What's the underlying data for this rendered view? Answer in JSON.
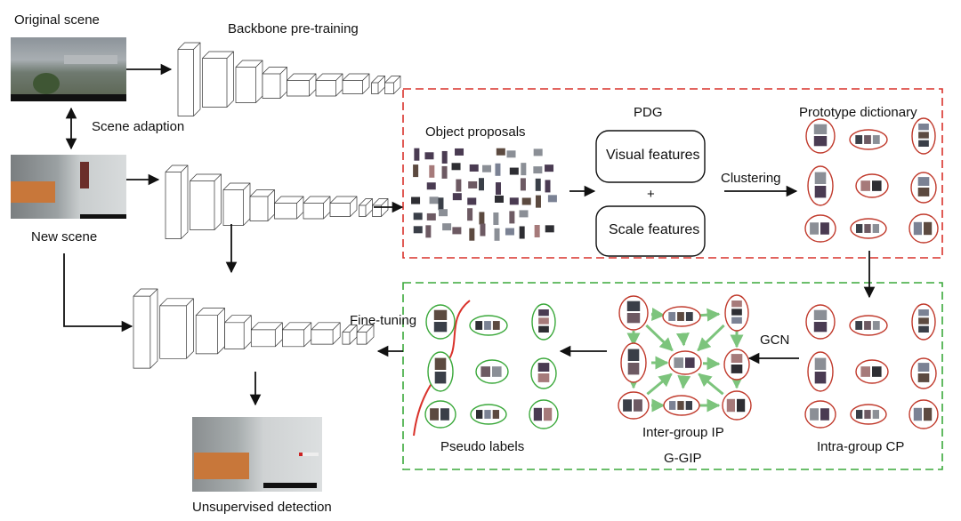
{
  "labels": {
    "original_scene": "Original scene",
    "backbone_pretraining": "Backbone pre-training",
    "scene_adaption": "Scene adaption",
    "new_scene": "New scene",
    "object_proposals": "Object proposals",
    "pdg": "PDG",
    "visual_features": "Visual features",
    "plus": "+",
    "scale_features": "Scale features",
    "clustering": "Clustering",
    "prototype_dictionary": "Prototype dictionary",
    "fine_tuning": "Fine-tuning",
    "gcn": "GCN",
    "pseudo_labels": "Pseudo labels",
    "inter_group_ip": "Inter-group IP",
    "g_gip": "G-GIP",
    "intra_group_cp": "Intra-group CP",
    "unsupervised_detection": "Unsupervised detection"
  },
  "colors": {
    "pdg_border": "#d9322b",
    "ggip_border": "#3aa83a",
    "cluster_ring_red": "#c0392b",
    "cluster_ring_green": "#3aa83a",
    "pseudo_curve": "#d9322b",
    "detection_box": "#e02020"
  },
  "icons": {
    "arrow": "solid-arrowhead",
    "network": "cnn-layer-stack",
    "cluster": "ellipse-of-thumbnails"
  }
}
